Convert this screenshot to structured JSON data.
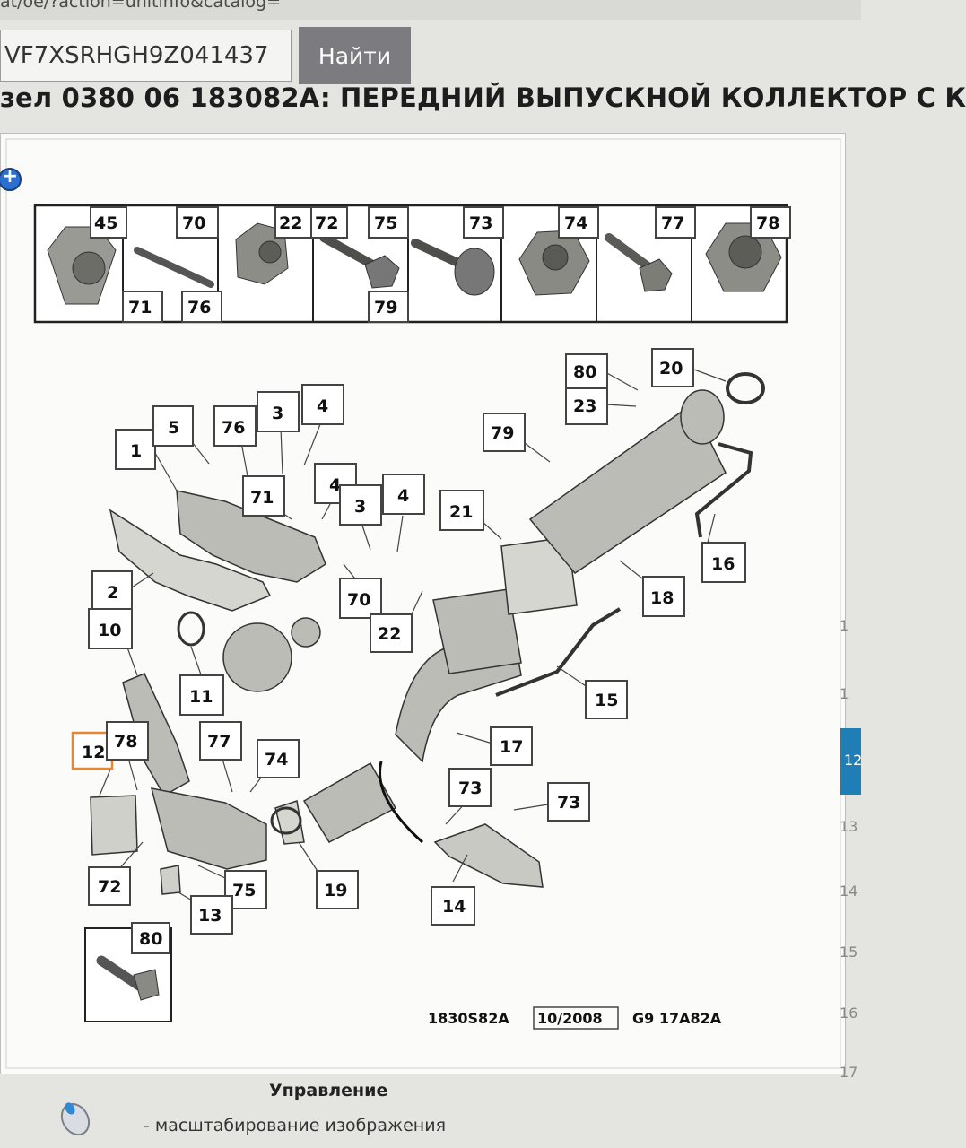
{
  "url_fragment": "at/oe/?action=unitinfo&catalog=",
  "search": {
    "vin_value": "VF7XSRHGH9Z041437",
    "button_label": "Найти"
  },
  "page_title": "зел 0380 06 183082A: ПЕРЕДНИЙ ВЫПУСКНОЙ КОЛЛЕКТОР С К",
  "diagram": {
    "strip_labels": [
      "45",
      "70",
      "71",
      "76",
      "22",
      "72",
      "75",
      "79",
      "73",
      "74",
      "77",
      "78"
    ],
    "callouts": [
      "1",
      "2",
      "3",
      "4",
      "5",
      "76",
      "71",
      "4",
      "3",
      "4",
      "70",
      "10",
      "11",
      "12",
      "78",
      "77",
      "74",
      "72",
      "75",
      "13",
      "19",
      "80",
      "23",
      "20",
      "79",
      "21",
      "22",
      "18",
      "16",
      "15",
      "17",
      "73",
      "73",
      "14",
      "80"
    ],
    "selected_callout": "12",
    "reference": {
      "code": "1830S82A",
      "date": "10/2008",
      "doc": "G9 17A82A"
    }
  },
  "sidebar": {
    "visible_numbers": [
      "1",
      "1",
      "12",
      "13",
      "14",
      "15",
      "16",
      "17"
    ],
    "active": "12"
  },
  "controls": {
    "title": "Управление",
    "hint": "- масштабирование изображения"
  },
  "colors": {
    "accent": "#1f7eb6",
    "selected_border": "#e8872f",
    "button": "#7c7c80"
  },
  "icons": {
    "zoom": "zoom-plus-icon",
    "mouse": "mouse-icon"
  }
}
